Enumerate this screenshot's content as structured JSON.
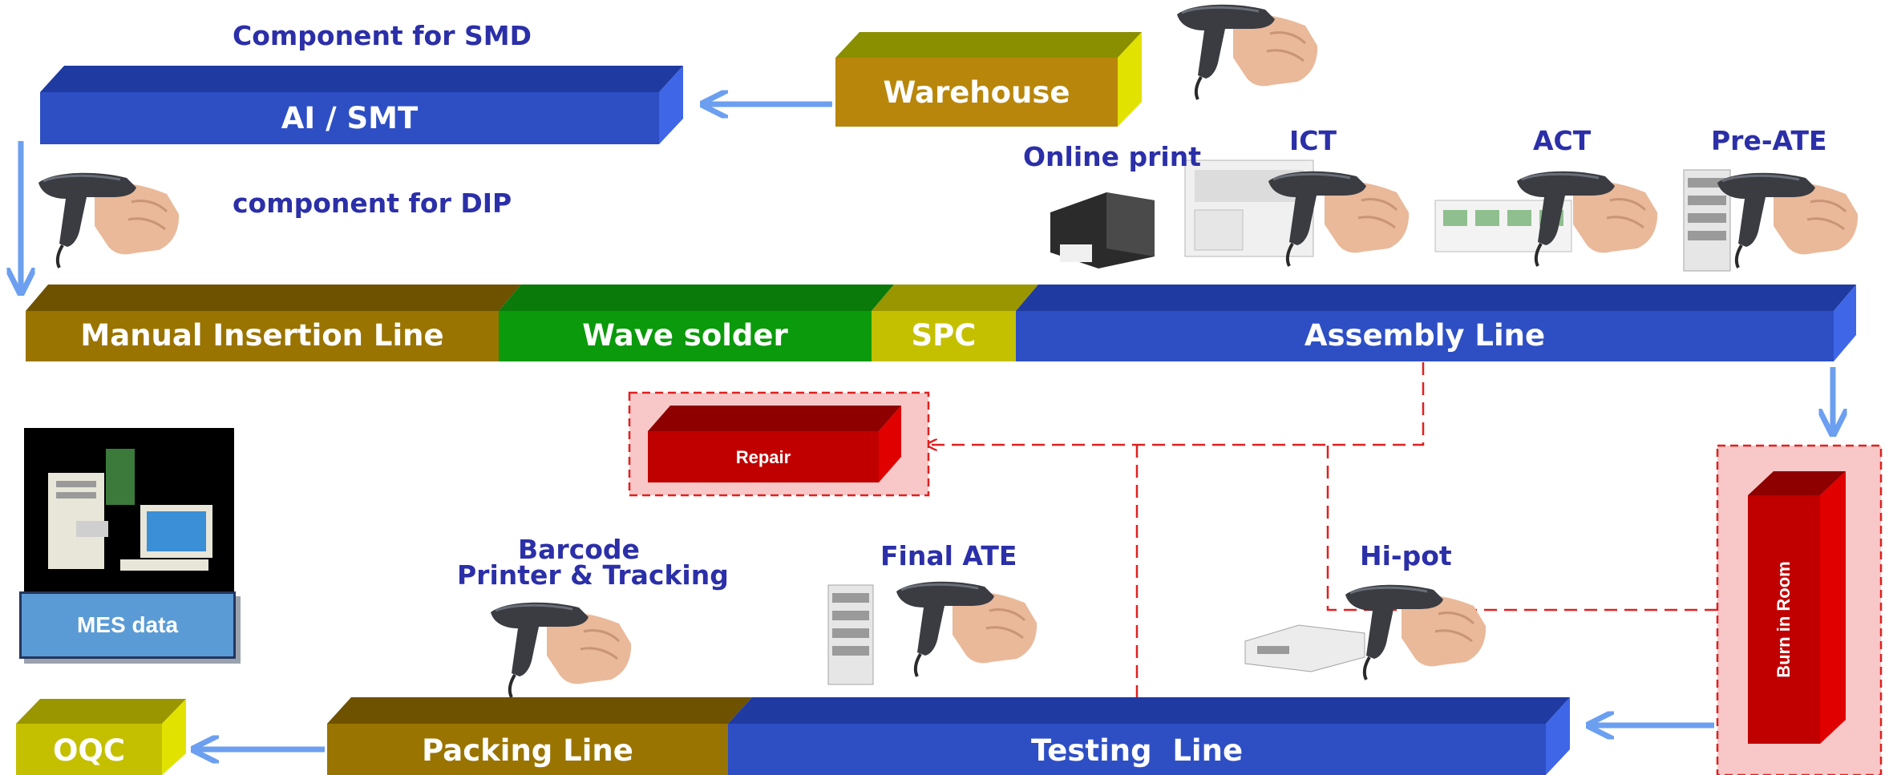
{
  "labels": {
    "component_smd": "Component for SMD",
    "component_dip": "component for DIP",
    "online_print": "Online print",
    "ict": "ICT",
    "act": "ACT",
    "pre_ate": "Pre-ATE",
    "barcode_line1": "Barcode",
    "barcode_line2": "Printer & Tracking",
    "final_ate": "Final ATE",
    "hipot": "Hi-pot"
  },
  "blocks": {
    "ai_smt": "AI / SMT",
    "warehouse": "Warehouse",
    "manual_insertion": "Manual Insertion Line",
    "wave_solder": "Wave solder",
    "spc": "SPC",
    "assembly": "Assembly Line",
    "repair": "Repair",
    "burn_in": "Burn in Room",
    "oqc": "OQC",
    "packing": "Packing Line",
    "testing": "Testing  Line"
  },
  "mes": {
    "label": "MES data"
  },
  "colors": {
    "blue": "#2e4fc4",
    "gold": "#9a7400",
    "green": "#0b9a0b",
    "olive": "#c4c000",
    "red": "#c00000",
    "label_text": "#2b2fa8",
    "arrow": "#6c9ff0",
    "dash_red": "#e02020"
  },
  "icons": [
    "barcode-scanner-icon",
    "printer-icon",
    "ict-machine-icon",
    "act-tester-icon",
    "ate-rack-icon",
    "hipot-tester-icon",
    "computer-icon"
  ]
}
